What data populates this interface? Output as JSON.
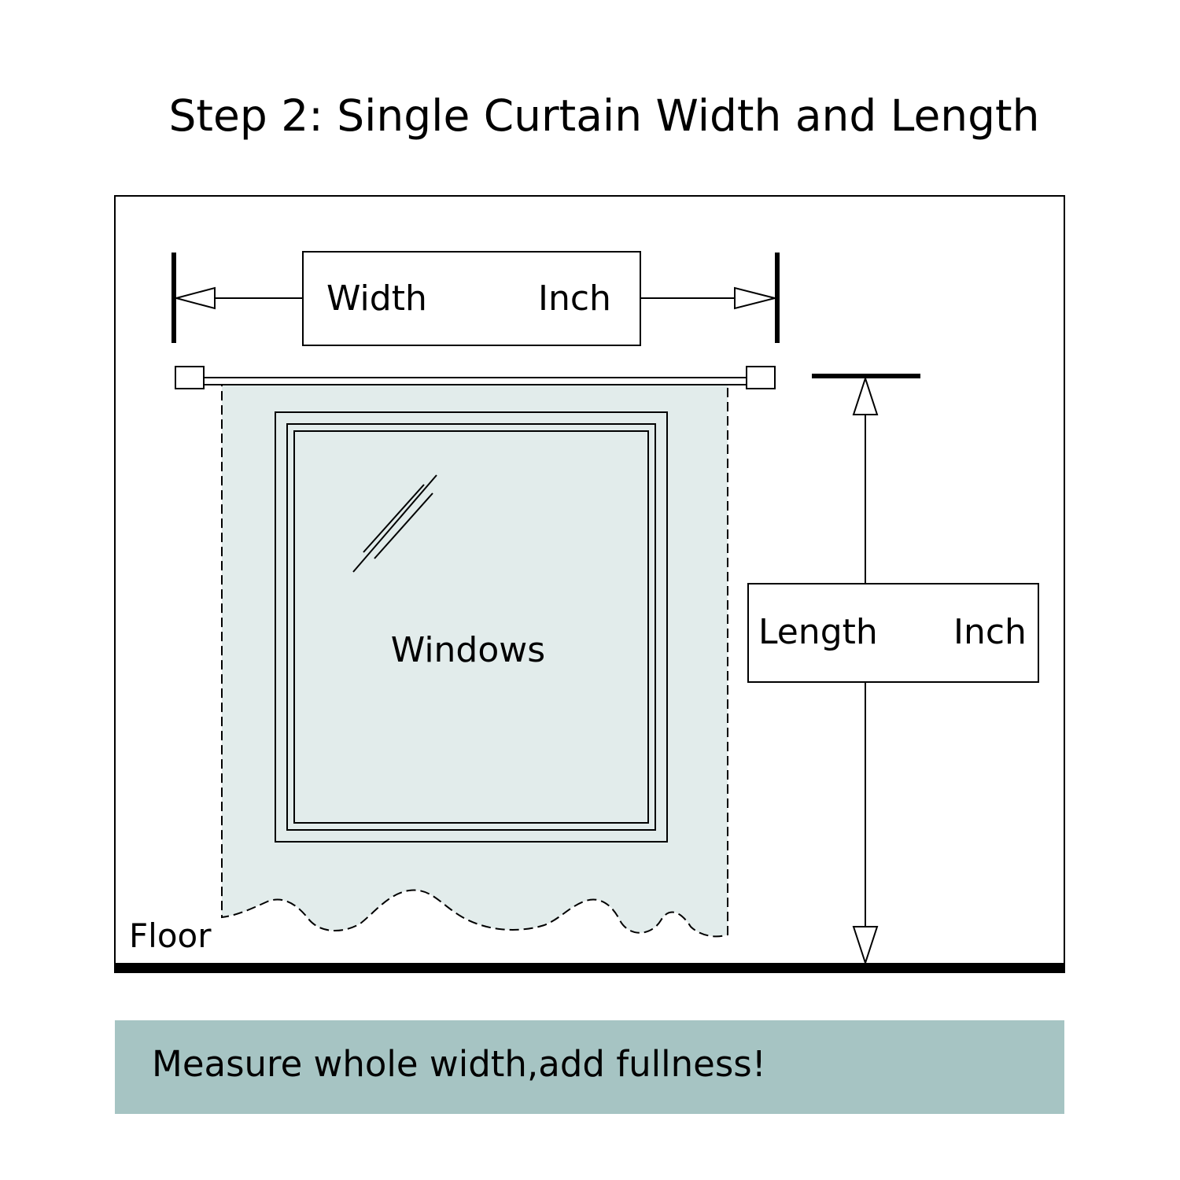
{
  "title": "Step 2: Single Curtain Width and Length",
  "width_box": {
    "label": "Width",
    "unit": "Inch"
  },
  "length_box": {
    "label": "Length",
    "unit": "Inch"
  },
  "window_label": "Windows",
  "floor_label": "Floor",
  "caption": "Measure whole width,add fullness!",
  "colors": {
    "curtain_fill": "#e2eceb",
    "caption_band": "#a6c4c3",
    "line": "#000000",
    "background": "#ffffff"
  }
}
